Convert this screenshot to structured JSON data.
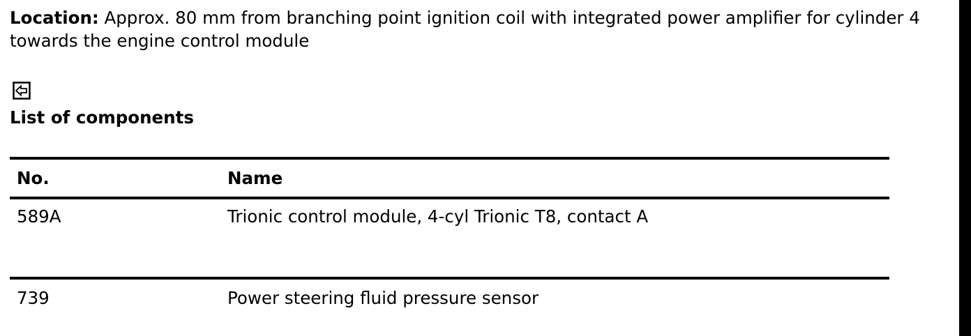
{
  "location": {
    "label": "Location:",
    "text": " Approx. 80 mm from branching point ignition coil with integrated power amplifier for cylinder 4 towards the engine control module"
  },
  "back_icon": "back-arrow-icon",
  "section_title": "List of components",
  "table": {
    "headers": {
      "no": "No.",
      "name": "Name"
    },
    "rows": [
      {
        "no": "589A",
        "name": "Trionic control module, 4-cyl Trionic T8, contact A"
      },
      {
        "no": "739",
        "name": "Power steering fluid pressure sensor"
      }
    ]
  }
}
